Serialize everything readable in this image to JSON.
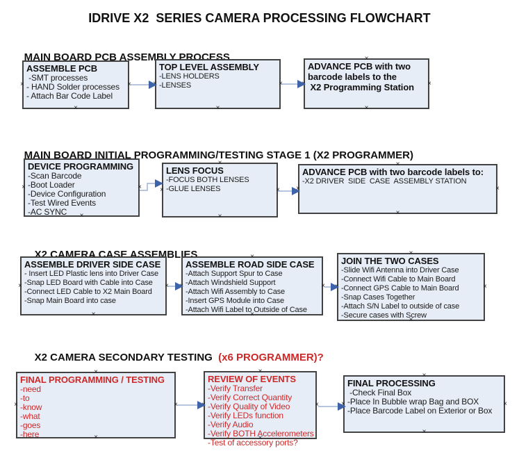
{
  "title": "IDRIVE X2  SERIES CAMERA PROCESSING FLOWCHART",
  "colors": {
    "box_fill": "#e7edf6",
    "box_border": "#424242",
    "text": "#111111",
    "red": "#cc2828",
    "connector_line": "#9fb2d4",
    "connector_arrow": "#3f63a8"
  },
  "sections": [
    {
      "heading": "MAIN BOARD PCB ASSEMBLY PROCESS",
      "boxes": [
        {
          "title": "ASSEMBLE PCB",
          "items": [
            " -SMT processes",
            "- HAND Solder processes",
            "- Attach Bar Code Label"
          ]
        },
        {
          "title": "TOP LEVEL ASSEMBLY",
          "items": [
            "-LENS HOLDERS",
            "-LENSES"
          ]
        },
        {
          "title": "ADVANCE PCB with two\nbarcode labels to the\n X2 Programming Station",
          "items": []
        }
      ]
    },
    {
      "heading": "MAIN BOARD INITIAL PROGRAMMING/TESTING STAGE 1 (X2 PROGRAMMER)",
      "boxes": [
        {
          "title": "DEVICE PROGRAMMING",
          "items": [
            "-Scan Barcode",
            "-Boot Loader",
            "-Device Configuration",
            "-Test Wired Events",
            "-AC SYNC"
          ]
        },
        {
          "title": "LENS FOCUS",
          "items": [
            "-FOCUS BOTH LENSES",
            "-GLUE LENSES"
          ]
        },
        {
          "title": "ADVANCE PCB with two barcode labels to:",
          "items": [
            "-X2 DRIVER  SIDE  CASE  ASSEMBLY STATION"
          ]
        }
      ]
    },
    {
      "heading": "X2 CAMERA CASE ASSEMBLIES",
      "boxes": [
        {
          "title": "ASSEMBLE DRIVER SIDE CASE",
          "items": [
            "- Insert LED Plastic lens into Driver Case",
            "-Snap LED Board with Cable into Case",
            "-Connect LED Cable to X2 Main Board",
            "-Snap Main Board into case"
          ]
        },
        {
          "title": "ASSEMBLE ROAD SIDE CASE",
          "items": [
            "-Attach Support Spur to Case",
            "-Attach Windshield Support",
            "-Attach Wifi Assembly to Case",
            "-Insert GPS Module into Case",
            "-Attach Wifi Label to Outside of Case"
          ]
        },
        {
          "title": "JOIN THE TWO CASES",
          "items": [
            "-Slide Wifi Antenna into Driver Case",
            "-Connect Wifi Cable to Main Board",
            "-Connect GPS Cable to Main Board",
            "-Snap Cases Together",
            "-Attach S/N Label to outside of case",
            "-Secure cases with Screw"
          ]
        }
      ]
    },
    {
      "heading": "X2 CAMERA SECONDARY TESTING",
      "heading_red": "  (x6 PROGRAMMER)?",
      "boxes": [
        {
          "title": "FINAL PROGRAMMING / TESTING",
          "items": [
            "-need",
            "-to",
            "-know",
            "-what",
            "-goes",
            "-here"
          ]
        },
        {
          "title": "REVIEW OF EVENTS",
          "items": [
            "-Verify Transfer",
            "-Verify Correct Quantity",
            "-Verify Quality of Video",
            "-Verify LEDs function",
            "-Verify Audio",
            "-Verify BOTH Accelerometers",
            "-Test of accessory ports?"
          ]
        },
        {
          "title": "FINAL PROCESSING",
          "items": [
            " -Check Final Box",
            "-Place In Bubble wrap Bag and BOX",
            "-Place Barcode Label on Exterior or Box"
          ]
        }
      ]
    }
  ]
}
